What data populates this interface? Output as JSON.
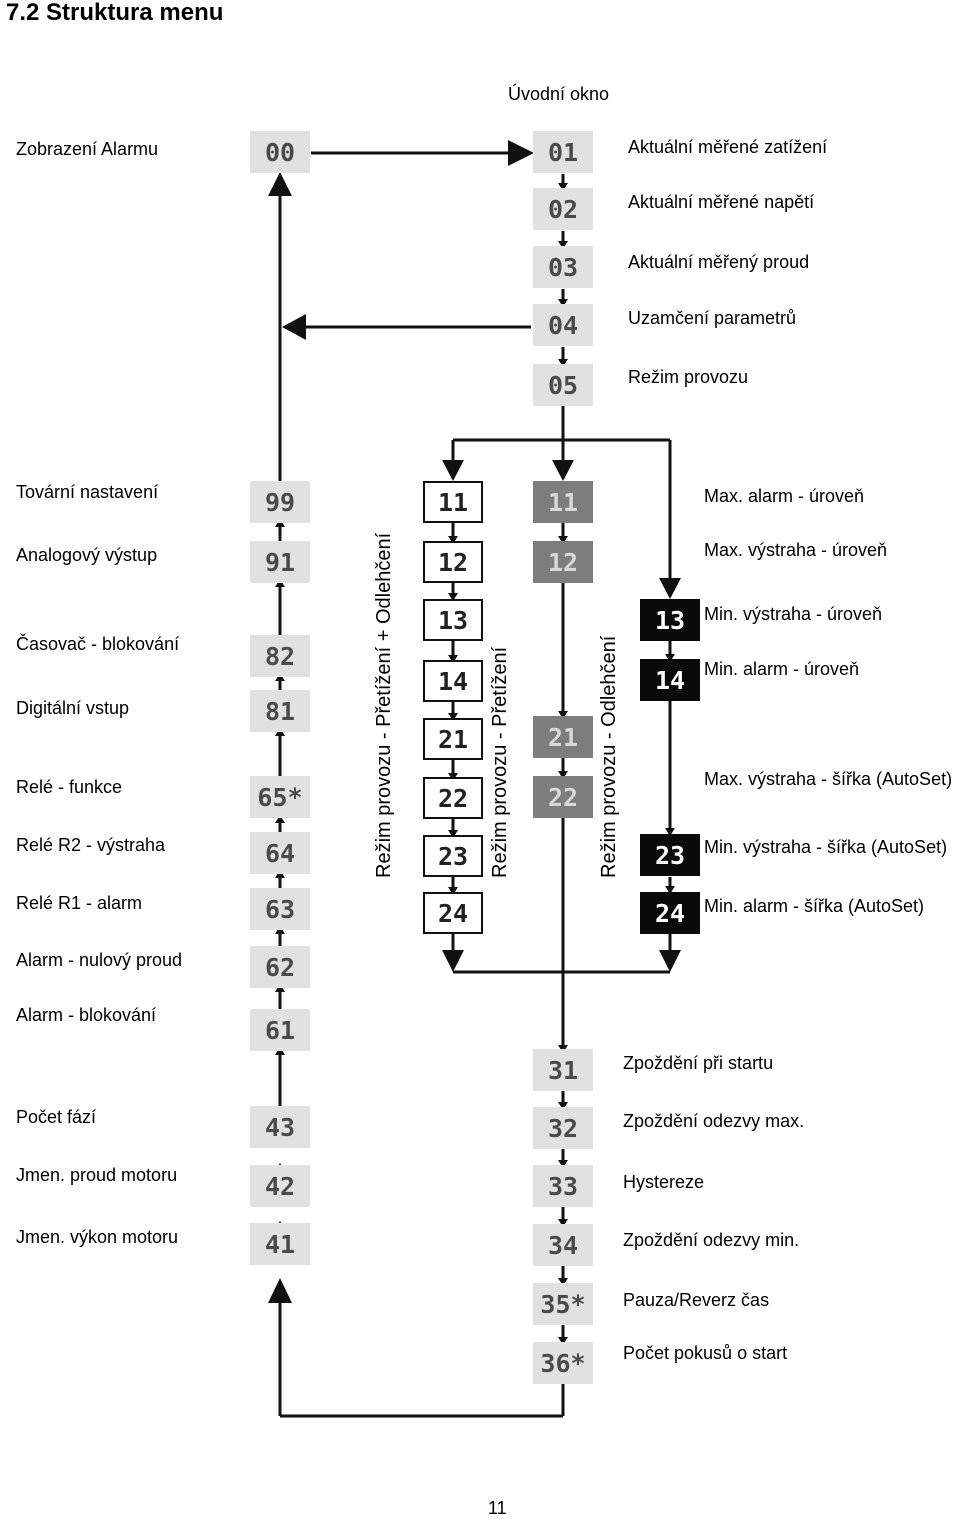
{
  "title": "7.2 Struktura menu",
  "top_label": "Úvodní okno",
  "page_number": "11",
  "left_labels": {
    "alarm_display": "Zobrazení Alarmu",
    "factory": "Tovární nastavení",
    "analog": "Analogový výstup",
    "timer": "Časovač - blokování",
    "digital": "Digitální vstup",
    "relay_fn": "Relé - funkce",
    "relay_r2": "Relé R2 - výstraha",
    "relay_r1": "Relé R1 - alarm",
    "zero_current": "Alarm - nulový proud",
    "alarm_block": "Alarm - blokování",
    "phases": "Počet fází",
    "nom_current": "Jmen. proud motoru",
    "nom_power": "Jmen. výkon motoru"
  },
  "right_top_labels": {
    "load": "Aktuální měřené zatížení",
    "voltage": "Aktuální měřené napětí",
    "current": "Aktuální měřený proud",
    "lock": "Uzamčení parametrů",
    "mode": "Režim provozu"
  },
  "level_labels": {
    "max_alarm_level": "Max. alarm - úroveň",
    "max_warn_level": "Max. výstraha - úroveň",
    "min_warn_level": "Min. výstraha - úroveň",
    "min_alarm_level": "Min. alarm - úroveň",
    "max_warn_width": "Max. výstraha - šířka (AutoSet)",
    "min_warn_width": "Min. výstraha - šířka (AutoSet)",
    "min_alarm_width": "Min. alarm - šířka (AutoSet)"
  },
  "bottom_right_labels": {
    "start_delay": "Zpoždění při startu",
    "max_delay": "Zpoždění odezvy max.",
    "hysteresis": "Hystereze",
    "min_delay": "Zpoždění odezvy min.",
    "pause": "Pauza/Reverz čas",
    "attempts": "Počet pokusů o start"
  },
  "mode_labels": {
    "overload_underload": "Režim provozu - Přetížení + Odlehčení",
    "overload": "Režim provozu - Přetížení",
    "underload": "Režim provozu - Odlehčení"
  },
  "codes": {
    "c00": "00",
    "c01": "01",
    "c02": "02",
    "c03": "03",
    "c04": "04",
    "c05": "05",
    "c99": "99",
    "c91": "91",
    "c82": "82",
    "c81": "81",
    "c65": "65*",
    "c64": "64",
    "c63": "63",
    "c62": "62",
    "c61": "61",
    "c43": "43",
    "c42": "42",
    "c41": "41",
    "a11": "11",
    "a12": "12",
    "a13": "13",
    "a14": "14",
    "a21": "21",
    "a22": "22",
    "a23": "23",
    "a24": "24",
    "b11": "11",
    "b12": "12",
    "b21": "21",
    "b22": "22",
    "d13": "13",
    "d14": "14",
    "d23": "23",
    "d24": "24",
    "c31": "31",
    "c32": "32",
    "c33": "33",
    "c34": "34",
    "c35": "35*",
    "c36": "36*"
  }
}
